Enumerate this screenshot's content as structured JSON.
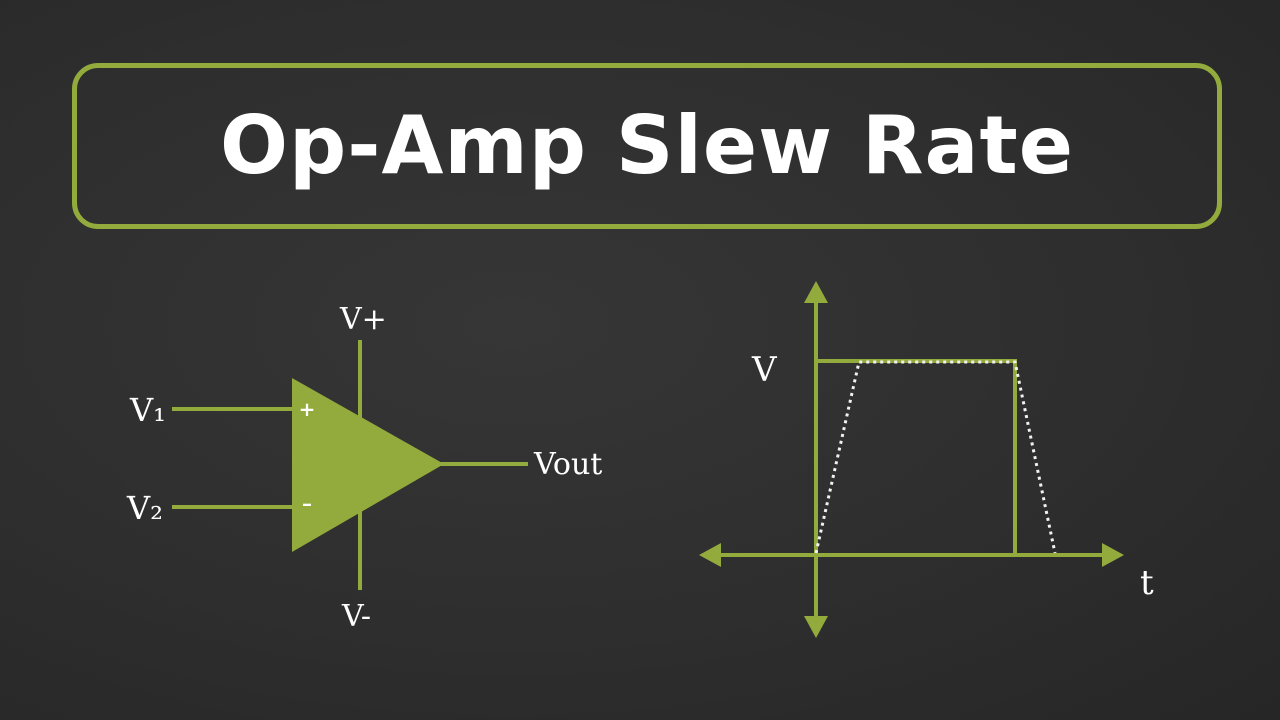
{
  "title": "Op-Amp Slew Rate",
  "opamp": {
    "input_1_label": "V₁",
    "input_2_label": "V₂",
    "output_label": "Vout",
    "supply_pos_label": "V+",
    "supply_neg_label": "V-",
    "plus_sign": "+",
    "minus_sign": "–"
  },
  "graph": {
    "y_label": "V",
    "x_label": "t"
  },
  "colors": {
    "accent": "#93ab3c",
    "text": "#ffffff",
    "background": "#2d2d2d",
    "dotted": "#f2f2f2"
  }
}
